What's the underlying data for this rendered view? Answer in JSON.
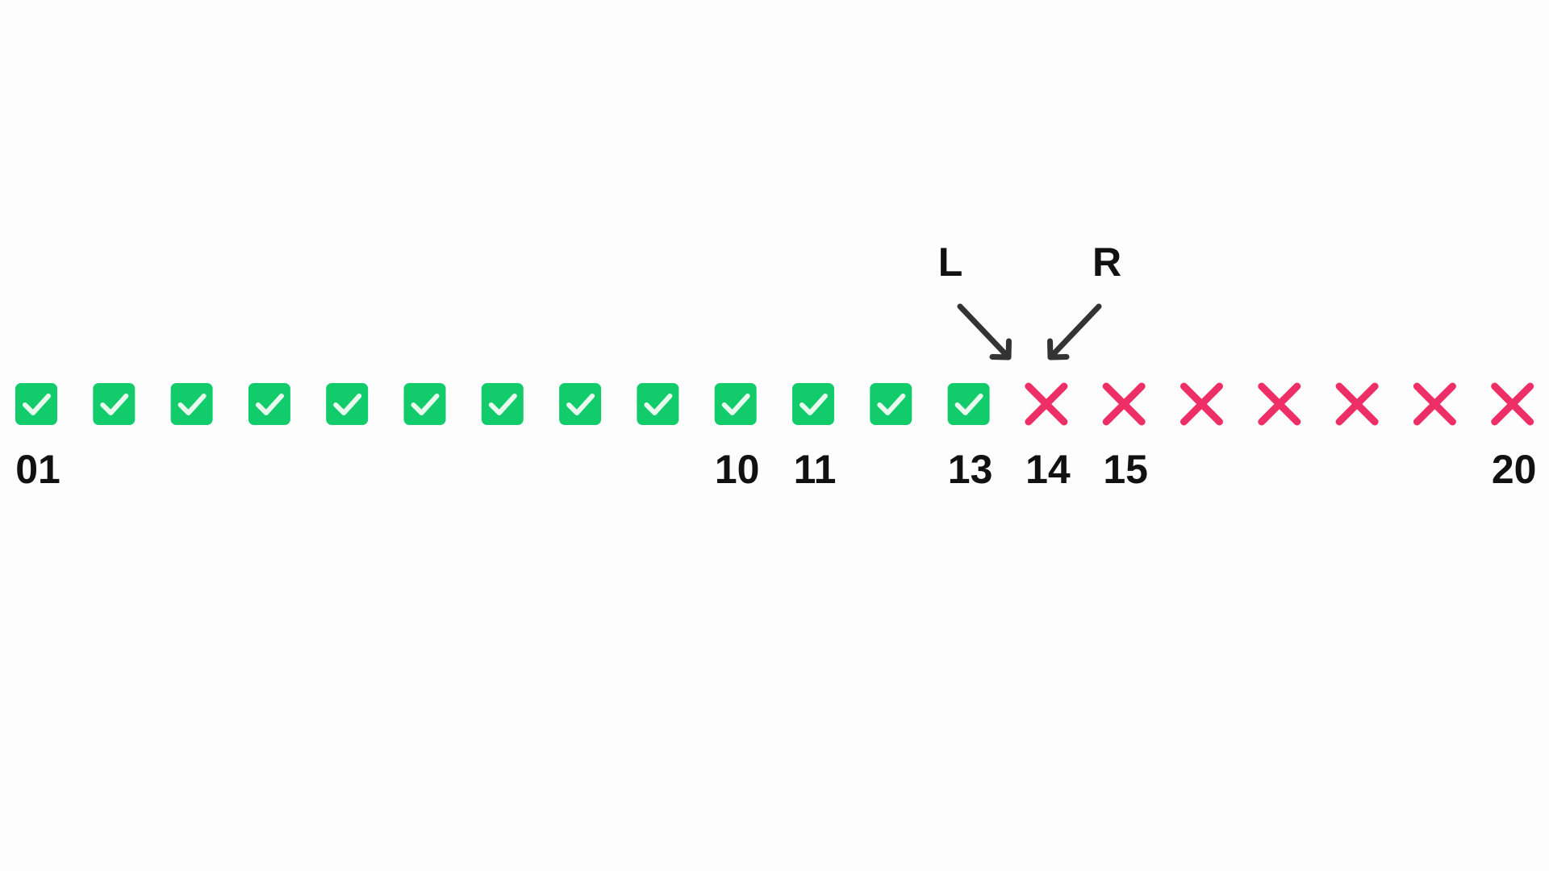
{
  "colors": {
    "pass": "#12cc6c",
    "fail": "#ee2f67",
    "check_mark": "#e9fbef",
    "arrow": "#333333",
    "text": "#111111"
  },
  "items": [
    {
      "status": "pass",
      "label": "01"
    },
    {
      "status": "pass",
      "label": ""
    },
    {
      "status": "pass",
      "label": ""
    },
    {
      "status": "pass",
      "label": ""
    },
    {
      "status": "pass",
      "label": ""
    },
    {
      "status": "pass",
      "label": ""
    },
    {
      "status": "pass",
      "label": ""
    },
    {
      "status": "pass",
      "label": ""
    },
    {
      "status": "pass",
      "label": ""
    },
    {
      "status": "pass",
      "label": "10"
    },
    {
      "status": "pass",
      "label": "11"
    },
    {
      "status": "pass",
      "label": ""
    },
    {
      "status": "pass",
      "label": "13"
    },
    {
      "status": "fail",
      "label": "14"
    },
    {
      "status": "fail",
      "label": "15"
    },
    {
      "status": "fail",
      "label": ""
    },
    {
      "status": "fail",
      "label": ""
    },
    {
      "status": "fail",
      "label": ""
    },
    {
      "status": "fail",
      "label": ""
    },
    {
      "status": "fail",
      "label": "20"
    }
  ],
  "pointers": {
    "left": {
      "label": "L",
      "between_items": [
        13,
        14
      ]
    },
    "right": {
      "label": "R",
      "target_item": 14
    }
  },
  "icons": {
    "pass": "check-square-icon",
    "fail": "cross-icon",
    "pointer": "arrow-icon"
  }
}
